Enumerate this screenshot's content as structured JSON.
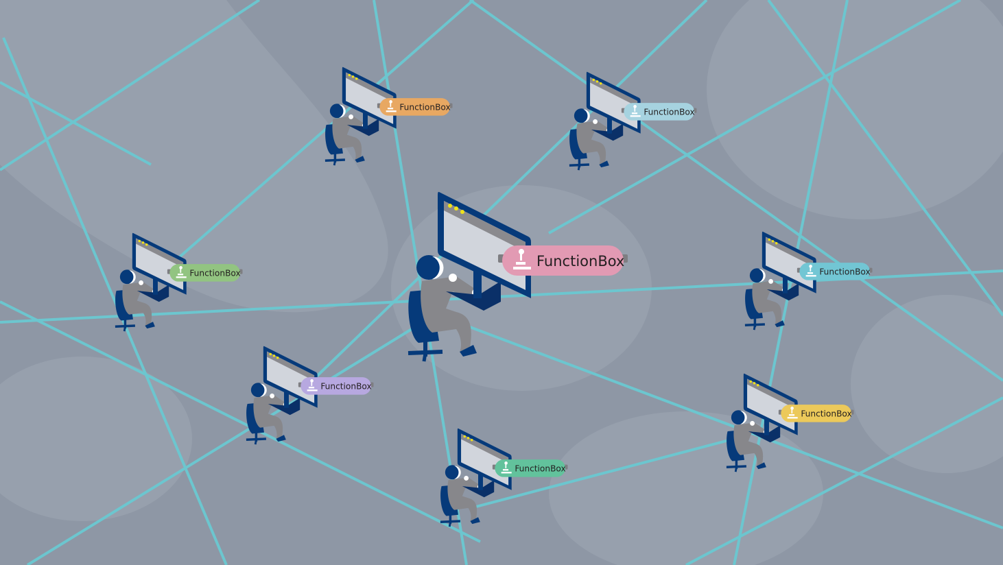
{
  "colors": {
    "background": "#8e97a5",
    "network_line": "#6cc6cf",
    "monitor_frame": "#063a7a",
    "screen": "#d1d5dc",
    "person": "#87878b"
  },
  "main_station": {
    "label": "FunctionBox",
    "color": "#e29ab3"
  },
  "stations": [
    {
      "label": "FunctionBox",
      "color": "#e8a862"
    },
    {
      "label": "FunctionBox",
      "color": "#a6d3e0"
    },
    {
      "label": "FunctionBox",
      "color": "#92c481"
    },
    {
      "label": "FunctionBox",
      "color": "#72c6d4"
    },
    {
      "label": "FunctionBox",
      "color": "#b7a8e0"
    },
    {
      "label": "FunctionBox",
      "color": "#62c29c"
    },
    {
      "label": "FunctionBox",
      "color": "#ecc95a"
    }
  ]
}
